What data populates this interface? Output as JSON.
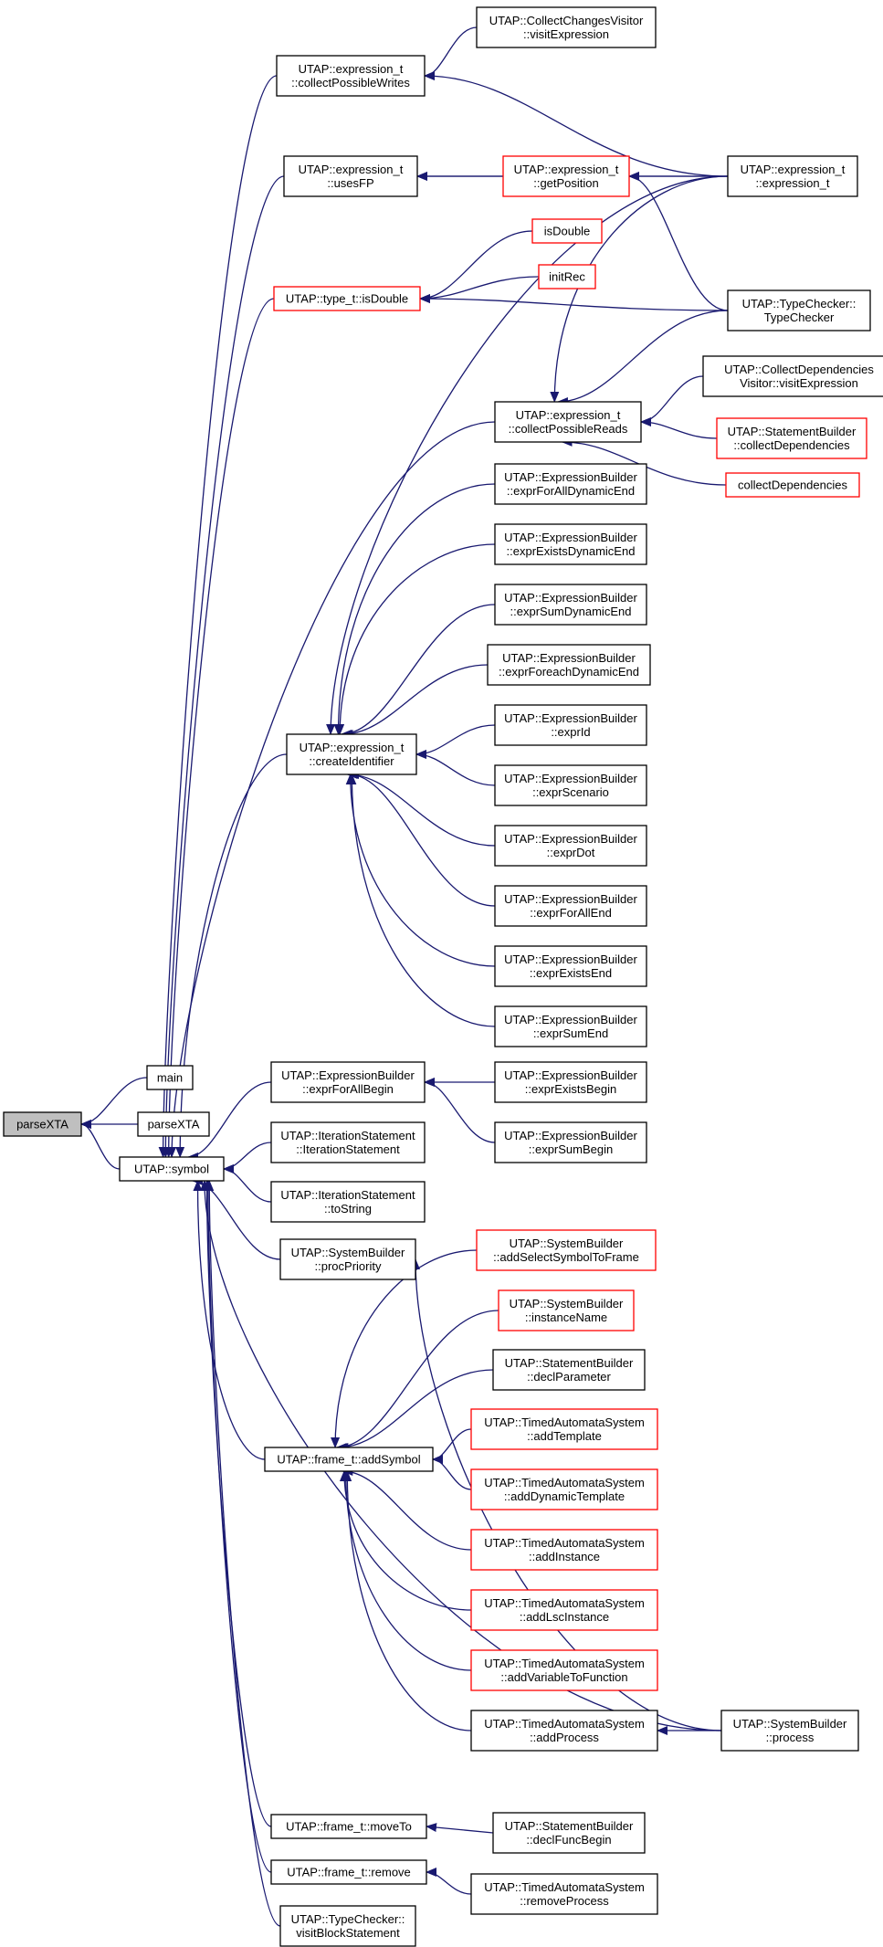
{
  "colors": {
    "edge": "#191970",
    "node_border": "#000000",
    "node_border_highlight": "#ff0000",
    "root_fill": "#bfbfbf",
    "node_fill": "#ffffff"
  },
  "nodes": [
    {
      "id": "parseXTA_root",
      "lines": [
        "parseXTA"
      ],
      "style": "root"
    },
    {
      "id": "main",
      "lines": [
        "main"
      ],
      "style": "normal"
    },
    {
      "id": "parseXTA2",
      "lines": [
        "parseXTA"
      ],
      "style": "normal"
    },
    {
      "id": "symbol",
      "lines": [
        "UTAP::symbol"
      ],
      "style": "normal"
    },
    {
      "id": "collectPossibleWrites",
      "lines": [
        "UTAP::expression_t",
        "::collectPossibleWrites"
      ],
      "style": "normal"
    },
    {
      "id": "collectChanges",
      "lines": [
        "UTAP::CollectChangesVisitor",
        "::visitExpression"
      ],
      "style": "normal"
    },
    {
      "id": "usesFP",
      "lines": [
        "UTAP::expression_t",
        "::usesFP"
      ],
      "style": "normal"
    },
    {
      "id": "getPosition",
      "lines": [
        "UTAP::expression_t",
        "::getPosition"
      ],
      "style": "red"
    },
    {
      "id": "exprCtor",
      "lines": [
        "UTAP::expression_t",
        "::expression_t"
      ],
      "style": "normal"
    },
    {
      "id": "isDoubleFn",
      "lines": [
        "isDouble"
      ],
      "style": "red"
    },
    {
      "id": "initRec",
      "lines": [
        "initRec"
      ],
      "style": "red"
    },
    {
      "id": "typeIsDouble",
      "lines": [
        "UTAP::type_t::isDouble"
      ],
      "style": "red"
    },
    {
      "id": "typeChecker",
      "lines": [
        "UTAP::TypeChecker::",
        "TypeChecker"
      ],
      "style": "normal"
    },
    {
      "id": "collectDepVisitor",
      "lines": [
        "UTAP::CollectDependencies",
        "Visitor::visitExpression"
      ],
      "style": "normal"
    },
    {
      "id": "collectPossibleReads",
      "lines": [
        "UTAP::expression_t",
        "::collectPossibleReads"
      ],
      "style": "normal"
    },
    {
      "id": "stmtCollectDeps",
      "lines": [
        "UTAP::StatementBuilder",
        "::collectDependencies"
      ],
      "style": "red"
    },
    {
      "id": "collectDeps",
      "lines": [
        "collectDependencies"
      ],
      "style": "red"
    },
    {
      "id": "exprForAllDynEnd",
      "lines": [
        "UTAP::ExpressionBuilder",
        "::exprForAllDynamicEnd"
      ],
      "style": "normal"
    },
    {
      "id": "exprExistsDynEnd",
      "lines": [
        "UTAP::ExpressionBuilder",
        "::exprExistsDynamicEnd"
      ],
      "style": "normal"
    },
    {
      "id": "exprSumDynEnd",
      "lines": [
        "UTAP::ExpressionBuilder",
        "::exprSumDynamicEnd"
      ],
      "style": "normal"
    },
    {
      "id": "exprForeachDynEnd",
      "lines": [
        "UTAP::ExpressionBuilder",
        "::exprForeachDynamicEnd"
      ],
      "style": "normal"
    },
    {
      "id": "createIdentifier",
      "lines": [
        "UTAP::expression_t",
        "::createIdentifier"
      ],
      "style": "normal"
    },
    {
      "id": "exprId",
      "lines": [
        "UTAP::ExpressionBuilder",
        "::exprId"
      ],
      "style": "normal"
    },
    {
      "id": "exprScenario",
      "lines": [
        "UTAP::ExpressionBuilder",
        "::exprScenario"
      ],
      "style": "normal"
    },
    {
      "id": "exprDot",
      "lines": [
        "UTAP::ExpressionBuilder",
        "::exprDot"
      ],
      "style": "normal"
    },
    {
      "id": "exprForAllEnd",
      "lines": [
        "UTAP::ExpressionBuilder",
        "::exprForAllEnd"
      ],
      "style": "normal"
    },
    {
      "id": "exprExistsEnd",
      "lines": [
        "UTAP::ExpressionBuilder",
        "::exprExistsEnd"
      ],
      "style": "normal"
    },
    {
      "id": "exprSumEnd",
      "lines": [
        "UTAP::ExpressionBuilder",
        "::exprSumEnd"
      ],
      "style": "normal"
    },
    {
      "id": "exprForAllBegin",
      "lines": [
        "UTAP::ExpressionBuilder",
        "::exprForAllBegin"
      ],
      "style": "normal"
    },
    {
      "id": "exprExistsBegin",
      "lines": [
        "UTAP::ExpressionBuilder",
        "::exprExistsBegin"
      ],
      "style": "normal"
    },
    {
      "id": "exprSumBegin",
      "lines": [
        "UTAP::ExpressionBuilder",
        "::exprSumBegin"
      ],
      "style": "normal"
    },
    {
      "id": "iterStmt",
      "lines": [
        "UTAP::IterationStatement",
        "::IterationStatement"
      ],
      "style": "normal"
    },
    {
      "id": "iterToString",
      "lines": [
        "UTAP::IterationStatement",
        "::toString"
      ],
      "style": "normal"
    },
    {
      "id": "procPriority",
      "lines": [
        "UTAP::SystemBuilder",
        "::procPriority"
      ],
      "style": "normal"
    },
    {
      "id": "addSelectSymbol",
      "lines": [
        "UTAP::SystemBuilder",
        "::addSelectSymbolToFrame"
      ],
      "style": "red"
    },
    {
      "id": "instanceName",
      "lines": [
        "UTAP::SystemBuilder",
        "::instanceName"
      ],
      "style": "red"
    },
    {
      "id": "declParameter",
      "lines": [
        "UTAP::StatementBuilder",
        "::declParameter"
      ],
      "style": "normal"
    },
    {
      "id": "addTemplate",
      "lines": [
        "UTAP::TimedAutomataSystem",
        "::addTemplate"
      ],
      "style": "red"
    },
    {
      "id": "addSymbol",
      "lines": [
        "UTAP::frame_t::addSymbol"
      ],
      "style": "normal"
    },
    {
      "id": "addDynTemplate",
      "lines": [
        "UTAP::TimedAutomataSystem",
        "::addDynamicTemplate"
      ],
      "style": "red"
    },
    {
      "id": "addInstance",
      "lines": [
        "UTAP::TimedAutomataSystem",
        "::addInstance"
      ],
      "style": "red"
    },
    {
      "id": "addLscInstance",
      "lines": [
        "UTAP::TimedAutomataSystem",
        "::addLscInstance"
      ],
      "style": "red"
    },
    {
      "id": "addVarToFunc",
      "lines": [
        "UTAP::TimedAutomataSystem",
        "::addVariableToFunction"
      ],
      "style": "red"
    },
    {
      "id": "addProcess",
      "lines": [
        "UTAP::TimedAutomataSystem",
        "::addProcess"
      ],
      "style": "normal"
    },
    {
      "id": "sysProcess",
      "lines": [
        "UTAP::SystemBuilder",
        "::process"
      ],
      "style": "normal"
    },
    {
      "id": "moveTo",
      "lines": [
        "UTAP::frame_t::moveTo"
      ],
      "style": "normal"
    },
    {
      "id": "declFuncBegin",
      "lines": [
        "UTAP::StatementBuilder",
        "::declFuncBegin"
      ],
      "style": "normal"
    },
    {
      "id": "remove",
      "lines": [
        "UTAP::frame_t::remove"
      ],
      "style": "normal"
    },
    {
      "id": "removeProcess",
      "lines": [
        "UTAP::TimedAutomataSystem",
        "::removeProcess"
      ],
      "style": "normal"
    },
    {
      "id": "visitBlock",
      "lines": [
        "UTAP::TypeChecker::",
        "visitBlockStatement"
      ],
      "style": "normal"
    }
  ]
}
